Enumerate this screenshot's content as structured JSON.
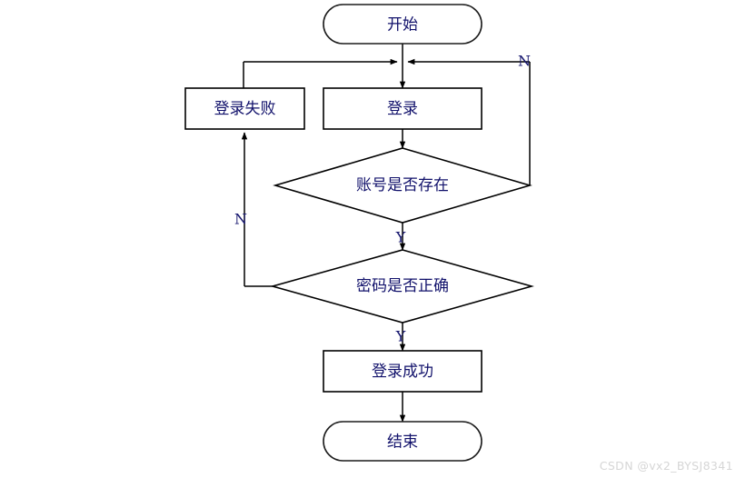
{
  "diagram": {
    "type": "flowchart",
    "title": "",
    "background_color": "#ffffff",
    "stroke_color": "#000000",
    "text_color": "#11116b",
    "nodes": [
      {
        "id": "start",
        "shape": "terminator",
        "label": "开始"
      },
      {
        "id": "login_failed",
        "shape": "process",
        "label": "登录失败"
      },
      {
        "id": "login",
        "shape": "process",
        "label": "登录"
      },
      {
        "id": "account_check",
        "shape": "decision",
        "label": "账号是否存在"
      },
      {
        "id": "password_check",
        "shape": "decision",
        "label": "密码是否正确"
      },
      {
        "id": "login_success",
        "shape": "process",
        "label": "登录成功"
      },
      {
        "id": "end",
        "shape": "terminator",
        "label": "结束"
      }
    ],
    "edges": [
      {
        "from": "start",
        "to": "login",
        "label": ""
      },
      {
        "from": "login",
        "to": "account_check",
        "label": ""
      },
      {
        "from": "account_check",
        "to": "login",
        "label": "N"
      },
      {
        "from": "account_check",
        "to": "password_check",
        "label": "Y"
      },
      {
        "from": "password_check",
        "to": "login_failed",
        "label": "N"
      },
      {
        "from": "password_check",
        "to": "login_success",
        "label": "Y"
      },
      {
        "from": "login_failed",
        "to": "login",
        "label": ""
      },
      {
        "from": "login_success",
        "to": "end",
        "label": ""
      }
    ],
    "edge_labels": {
      "no_right": "N",
      "no_left": "N",
      "yes_upper": "Y",
      "yes_lower": "Y"
    }
  },
  "watermark": {
    "text": "CSDN @vx2_BYSJ8341"
  }
}
